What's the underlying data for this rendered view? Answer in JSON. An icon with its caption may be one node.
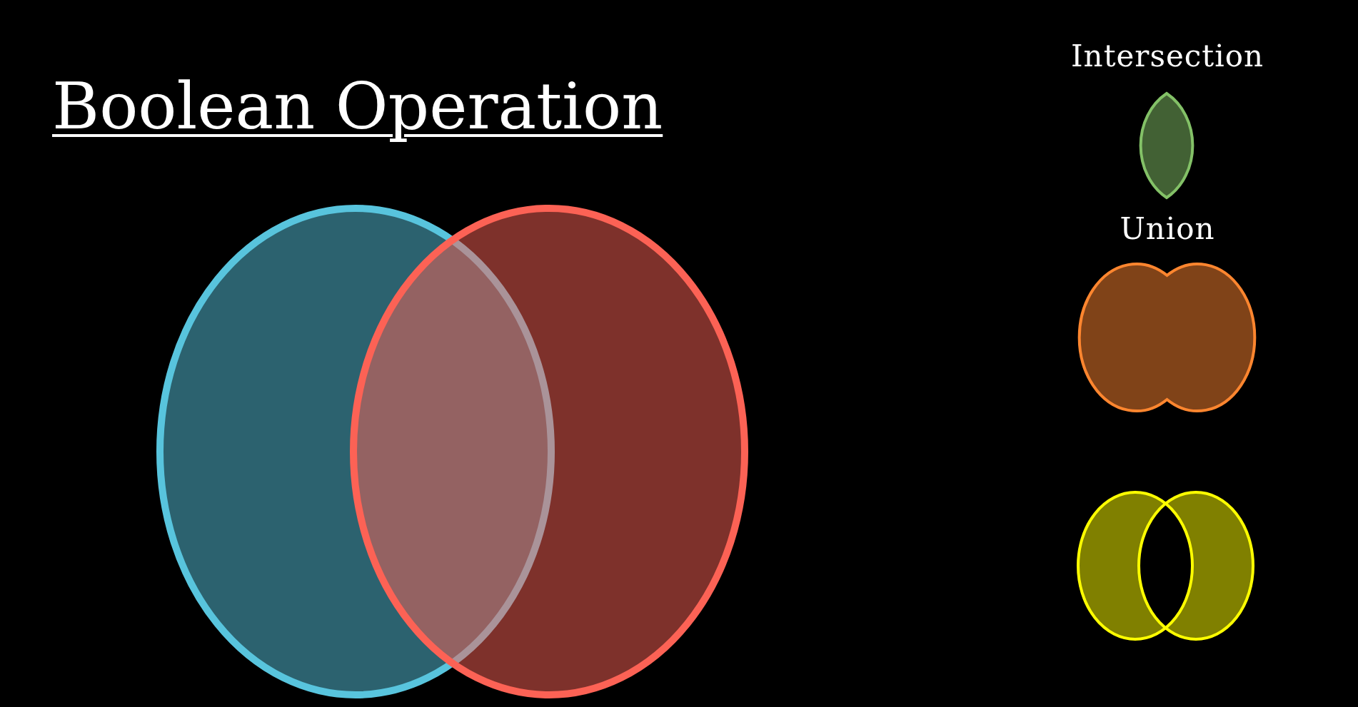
{
  "diagram": {
    "title": "Boolean Operation",
    "nodes": [
      {
        "text": [],
        "shape": "ellipse"
      },
      {
        "text": [],
        "shape": "ellipse"
      },
      {
        "text": [
          "Intersection"
        ]
      },
      {
        "text": [
          "Union"
        ]
      },
      {
        "text": [],
        "shape": "ellipse"
      }
    ]
  }
}
